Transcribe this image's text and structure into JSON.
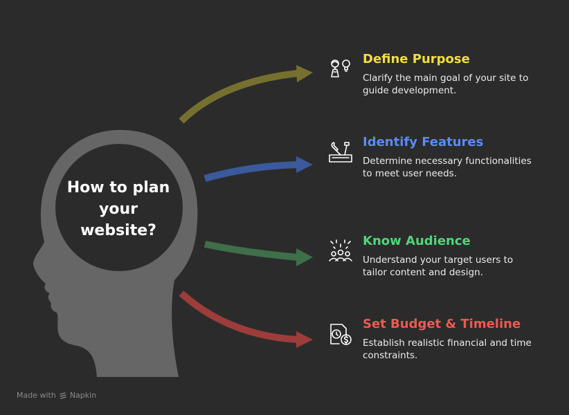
{
  "center": {
    "title": "How to plan your website?"
  },
  "items": [
    {
      "title": "Define Purpose",
      "description": "Clarify the main goal of your site to guide development.",
      "color": "#f2df3a",
      "arrow_color": "#75702f",
      "icon": "person-lightbulb-icon"
    },
    {
      "title": "Identify Features",
      "description": "Determine necessary functionalities to meet user needs.",
      "color": "#5b8cf0",
      "arrow_color": "#3a5a9c",
      "icon": "toolbox-icon"
    },
    {
      "title": "Know Audience",
      "description": "Understand your target users to tailor content and design.",
      "color": "#4fd67a",
      "arrow_color": "#3f6e4a",
      "icon": "audience-icon"
    },
    {
      "title": "Set Budget & Timeline",
      "description": "Establish realistic financial and time constraints.",
      "color": "#ee5a52",
      "arrow_color": "#9c3d3b",
      "icon": "budget-clock-icon"
    }
  ],
  "footer": {
    "made_with": "Made with",
    "brand": "Napkin"
  },
  "colors": {
    "background": "#2b2b2b",
    "head": "#666666",
    "head_inner": "#2b2b2b",
    "text": "#ffffff"
  }
}
